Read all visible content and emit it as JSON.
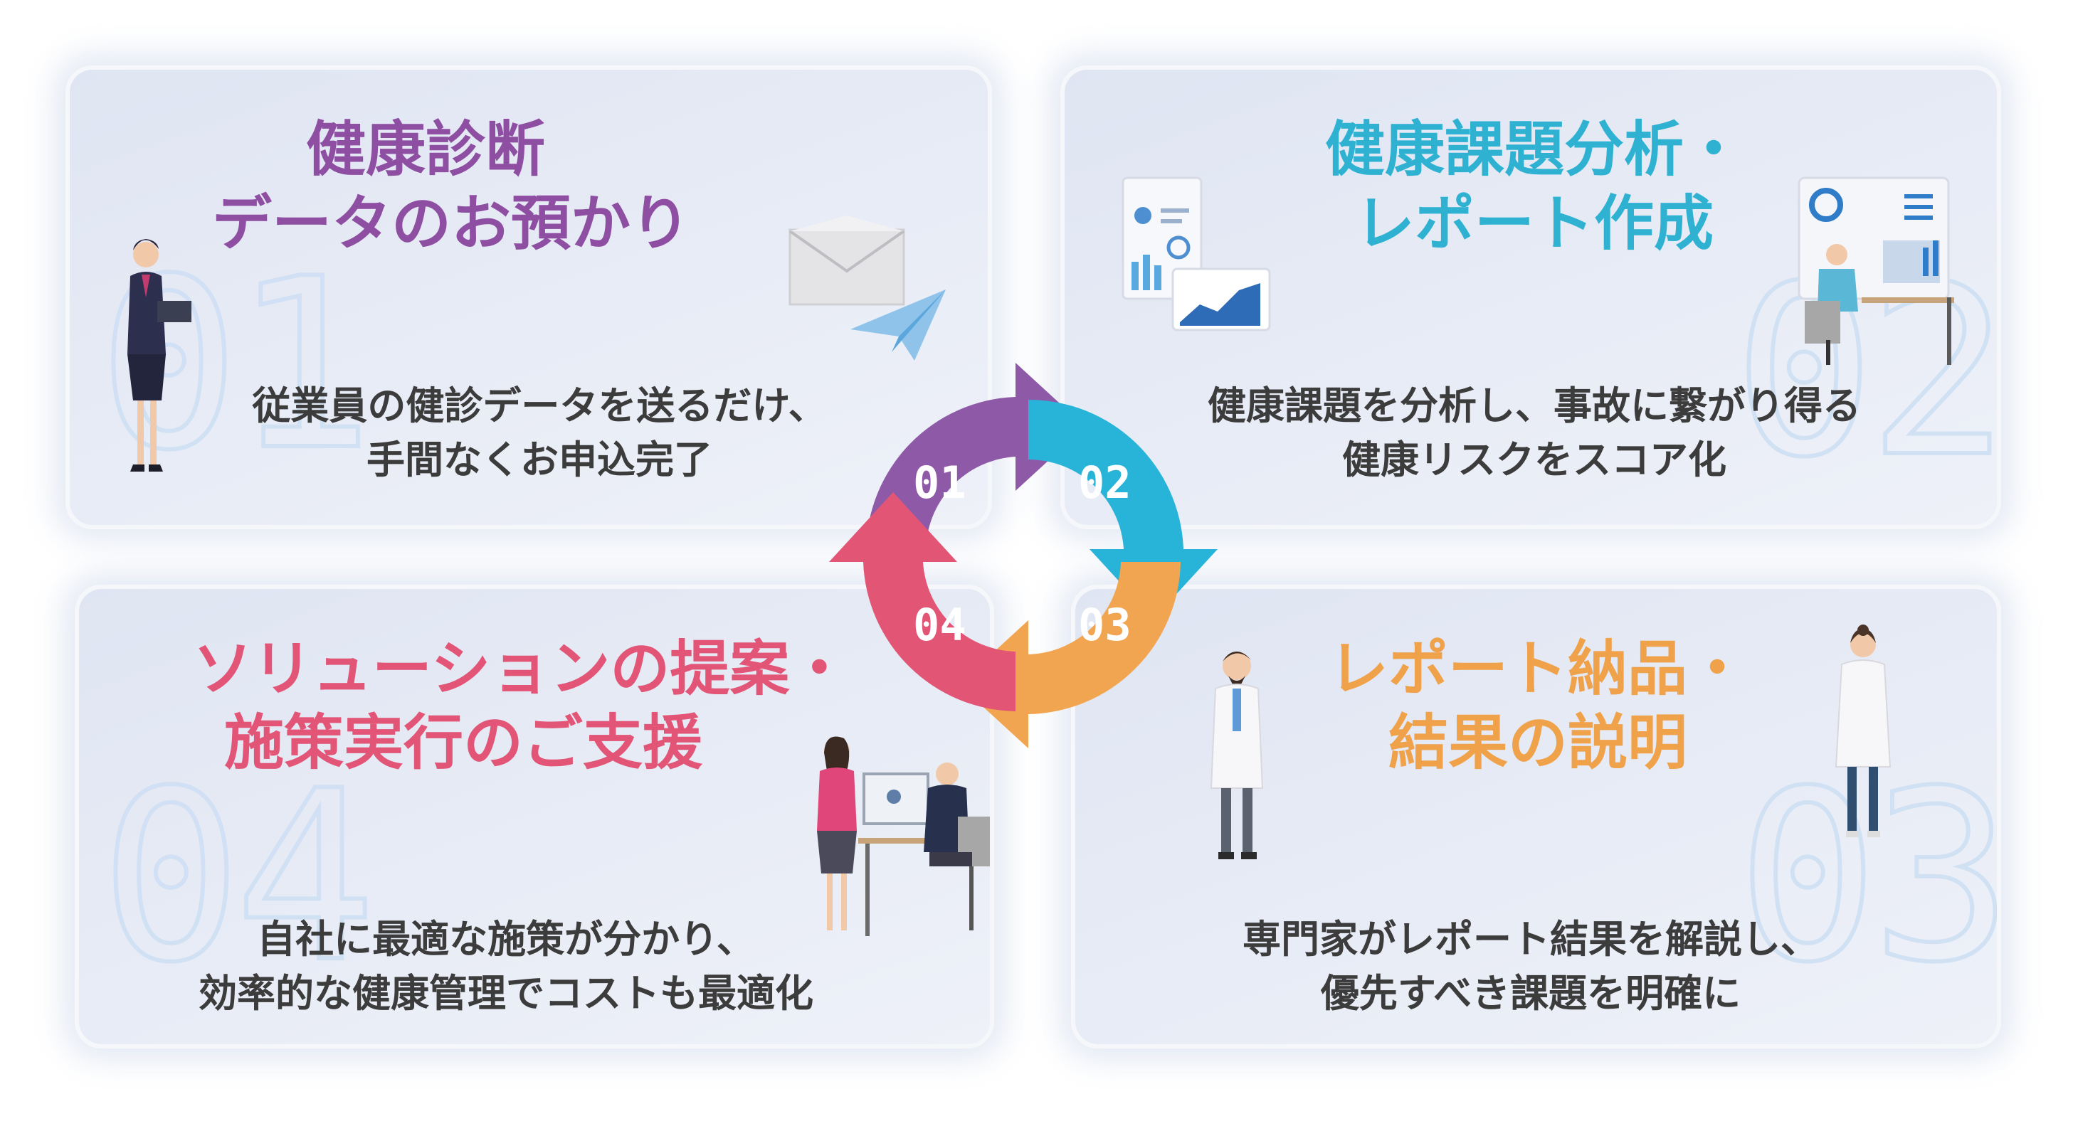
{
  "cards": [
    {
      "number": "01",
      "title_line1": "健康診断",
      "title_line2": "データのお預かり",
      "desc_line1": "従業員の健診データを送るだけ、",
      "desc_line2": "手間なくお申込完了",
      "color": "#8e4fa3"
    },
    {
      "number": "02",
      "title_line1": "健康課題分析・",
      "title_line2": "レポート作成",
      "desc_line1": "健康課題を分析し、事故に繋がり得る",
      "desc_line2": "健康リスクをスコア化",
      "color": "#2fb2d2"
    },
    {
      "number": "03",
      "title_line1": "レポート納品・",
      "title_line2": "結果の説明",
      "desc_line1": "専門家がレポート結果を解説し、",
      "desc_line2": "優先すべき課題を明確に",
      "color": "#f0a24a"
    },
    {
      "number": "04",
      "title_line1": "ソリューションの提案・",
      "title_line2": "施策実行のご支援",
      "desc_line1": "自社に最適な施策が分かり、",
      "desc_line2": "効率的な健康管理でコストも最適化",
      "color": "#e25577"
    }
  ],
  "cycle": {
    "steps": [
      "01",
      "02",
      "03",
      "04"
    ],
    "colors": [
      "#8e5aa8",
      "#27b4d8",
      "#f2a550",
      "#e25575"
    ]
  },
  "icons": [
    "businesswoman-laptop-icon",
    "envelope-icon",
    "paper-plane-icon",
    "report-sheet-icon",
    "analyst-at-desk-icon",
    "doctor-male-icon",
    "doctor-female-icon",
    "consultation-meeting-icon"
  ]
}
